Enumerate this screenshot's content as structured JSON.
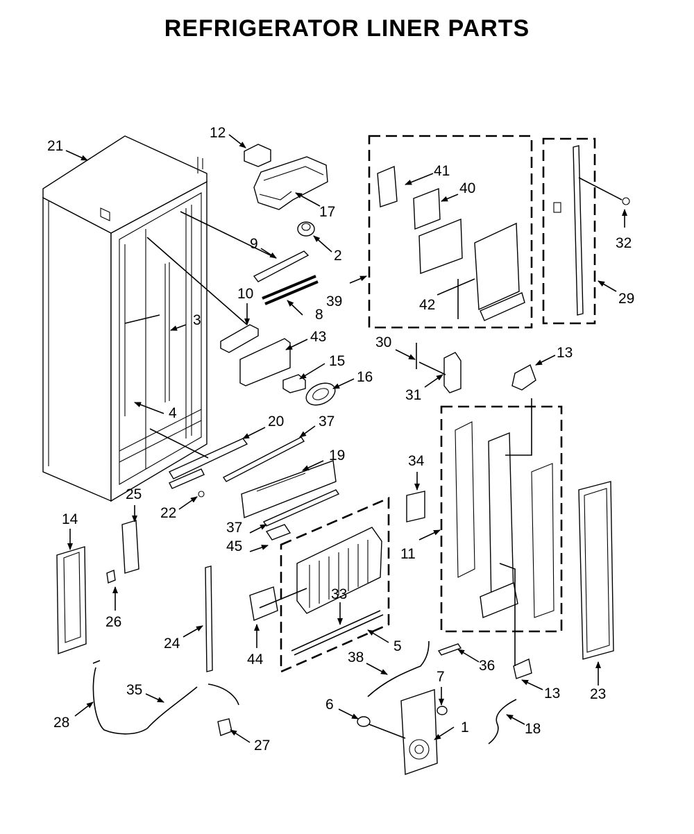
{
  "title": "REFRIGERATOR LINER PARTS",
  "callouts": [
    "1",
    "2",
    "3",
    "4",
    "5",
    "6",
    "7",
    "8",
    "9",
    "10",
    "11",
    "12",
    "13",
    "13",
    "14",
    "15",
    "16",
    "17",
    "18",
    "19",
    "20",
    "21",
    "22",
    "23",
    "24",
    "25",
    "26",
    "27",
    "28",
    "29",
    "30",
    "31",
    "32",
    "33",
    "34",
    "35",
    "36",
    "37",
    "37",
    "38",
    "39",
    "40",
    "41",
    "42",
    "43",
    "44",
    "45"
  ]
}
